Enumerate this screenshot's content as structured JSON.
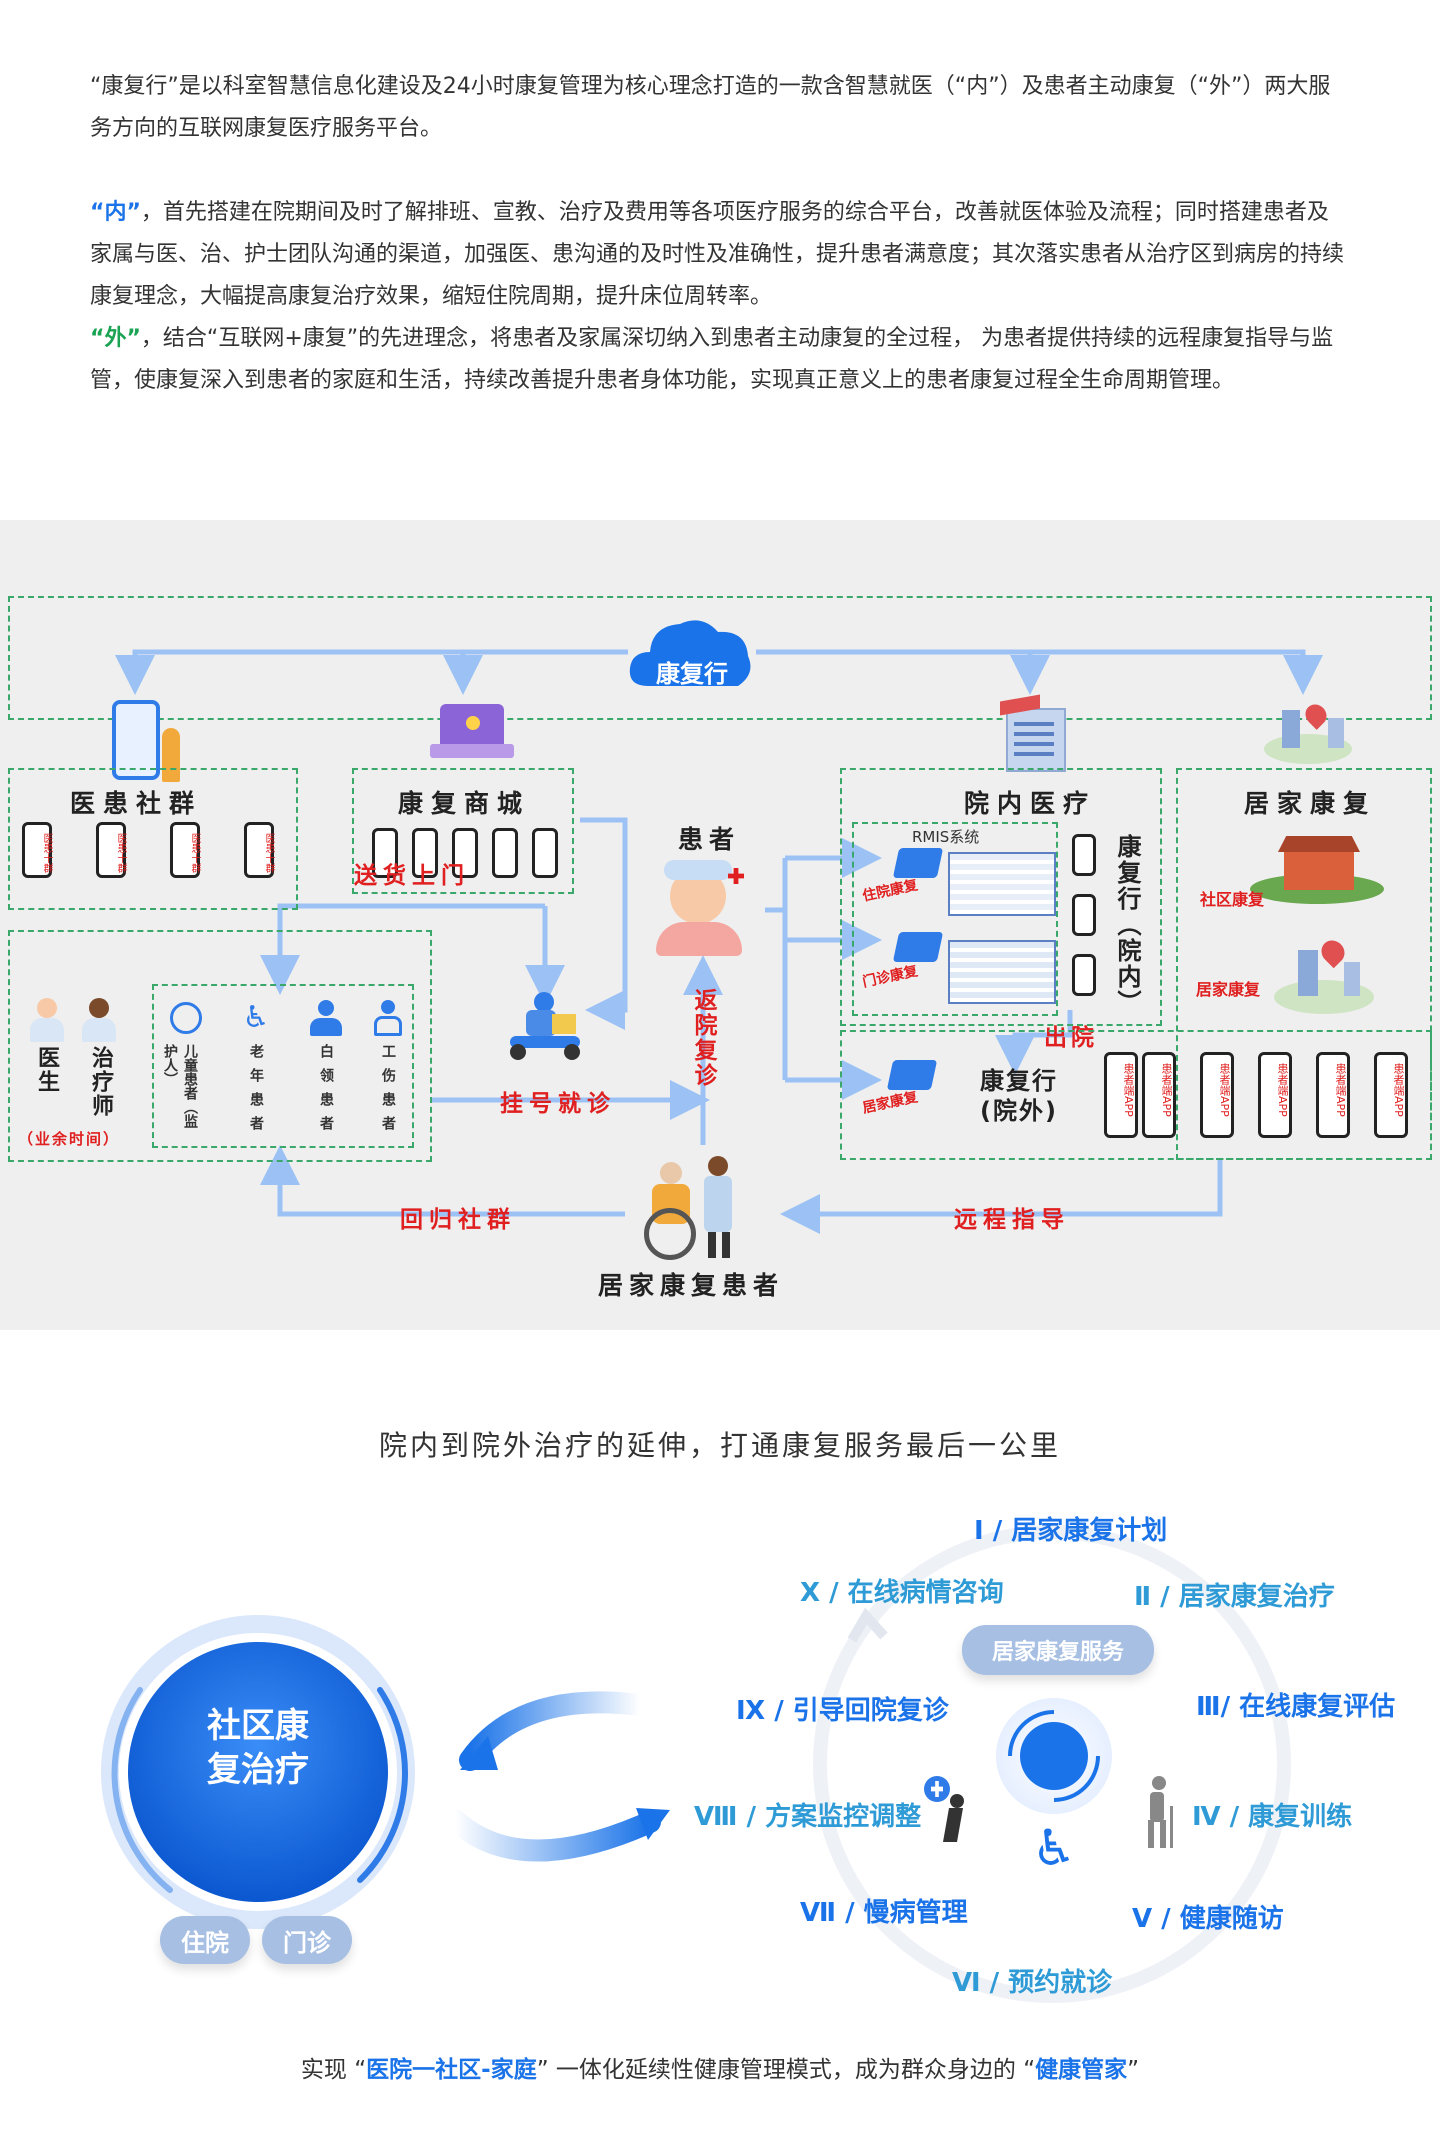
{
  "intro": {
    "p1": "“康复行”是以科室智慧信息化建设及24小时康复管理为核心理念打造的一款含智慧就医（“内”）及患者主动康复（“外”）两大服务方向的互联网康复医疗服务平台。",
    "p2_kw": "“内”",
    "p2": "，首先搭建在院期间及时了解排班、宣教、治疗及费用等各项医疗服务的综合平台，改善就医体验及流程；同时搭建患者及家属与医、治、护士团队沟通的渠道，加强医、患沟通的及时性及准确性，提升患者满意度；其次落实患者从治疗区到病房的持续康复理念，大幅提高康复治疗效果，缩短住院周期，提升床位周转率。",
    "p3_kw": "“外”",
    "p3": "，结合“互联网+康复”的先进理念，将患者及家属深切纳入到患者主动康复的全过程， 为患者提供持续的远程康复指导与监管，使康复深入到患者的家庭和生活，持续改善提升患者身体功能，实现真正意义上的患者康复过程全生命周期管理。"
  },
  "diagram": {
    "hub": "康复行",
    "community": "医患社群",
    "mall": "康复商城",
    "inpatient": "院内医疗",
    "home": "居家康复",
    "patient": "患者",
    "rmis": "RMIS系统",
    "ward_rehab": "住院康复",
    "outpatient_rehab": "门诊康复",
    "home_rehab_small": "居家康复",
    "community_rehab": "社区康复",
    "home_rehab_tag": "居家康复",
    "app_in": "康复行（院内）",
    "app_out_1": "康复行",
    "app_out_2": "(院外)",
    "phone_label": "医患十群",
    "patient_app_label": "患者端APP",
    "discharge": "出院",
    "delivery": "送货上门",
    "register": "挂号就诊",
    "return_visit": "返院复诊",
    "back_to_community": "回归社群",
    "remote_guidance": "远程指导",
    "home_patient": "居家康复患者",
    "doctor": "医生",
    "therapist": "治疗师",
    "spare_time": "（业余时间）",
    "groups": [
      "儿童患者（监护人）",
      "老年患者",
      "白领患者",
      "工伤患者"
    ]
  },
  "section2": {
    "heading": "院内到院外治疗的延伸，打通康复服务最后一公里",
    "center_circle": "社区康复治疗",
    "pill_in": "住院",
    "pill_out": "门诊",
    "service_pill": "居家康复服务",
    "items": [
      "Ⅰ / 居家康复计划",
      "Ⅱ / 居家康复治疗",
      "Ⅲ/ 在线康复评估",
      "Ⅳ / 康复训练",
      "Ⅴ / 健康随访",
      "Ⅵ / 预约就诊",
      "Ⅶ / 慢病管理",
      "Ⅷ / 方案监控调整",
      "Ⅸ / 引导回院复诊",
      "Ⅹ / 在线病情咨询"
    ]
  },
  "footer": {
    "pre": "实现 “",
    "kw1": "医院一社区-家庭",
    "mid": "” 一体化延续性健康管理模式，成为群众身边的 “",
    "kw2": "健康管家",
    "post": "”"
  },
  "colors": {
    "accent": "#1a73e8",
    "alert": "#e02020",
    "dash": "#3aa86a",
    "arrow": "#9cc2f5"
  }
}
